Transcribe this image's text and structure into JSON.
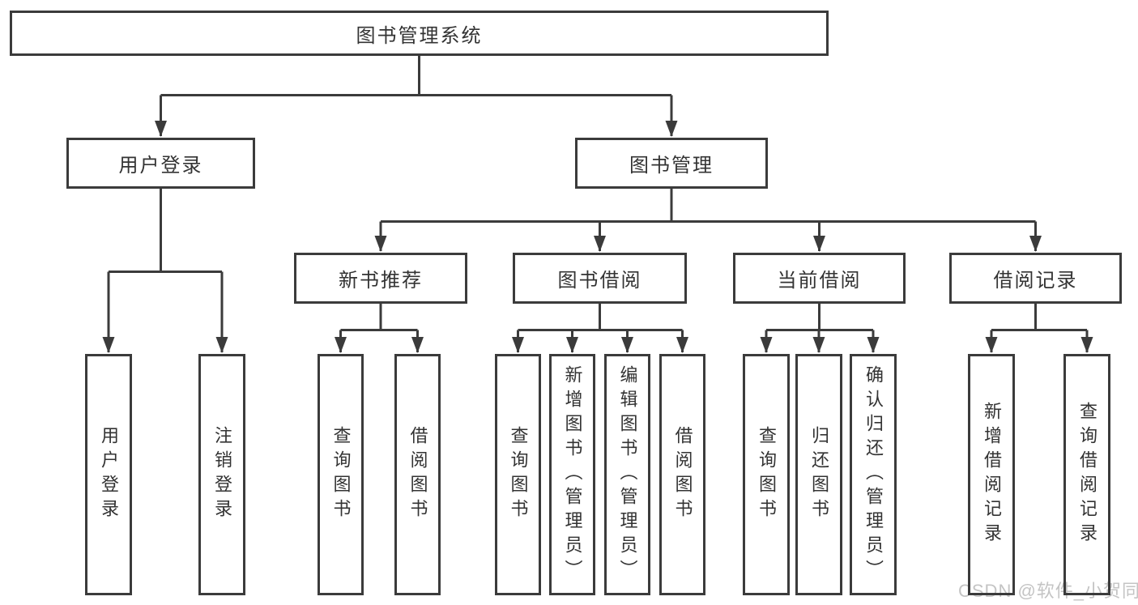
{
  "tree": {
    "label": "图书管理系统",
    "children": [
      {
        "label": "用户登录",
        "children": [
          {
            "label": "用户登录"
          },
          {
            "label": "注销登录"
          }
        ]
      },
      {
        "label": "图书管理",
        "children": [
          {
            "label": "新书推荐",
            "children": [
              {
                "label": "查询图书"
              },
              {
                "label": "借阅图书"
              }
            ]
          },
          {
            "label": "图书借阅",
            "children": [
              {
                "label": "查询图书"
              },
              {
                "label": "新增图书（管理员）"
              },
              {
                "label": "编辑图书（管理员）"
              },
              {
                "label": "借阅图书"
              }
            ]
          },
          {
            "label": "当前借阅",
            "children": [
              {
                "label": "查询图书"
              },
              {
                "label": "归还图书"
              },
              {
                "label": "确认归还（管理员）"
              }
            ]
          },
          {
            "label": "借阅记录",
            "children": [
              {
                "label": "新增借阅记录"
              },
              {
                "label": "查询借阅记录"
              }
            ]
          }
        ]
      }
    ]
  },
  "watermark": {
    "text": "CSDN @软件_小贺同学"
  },
  "colors": {
    "line": "#3b3b3b",
    "boxtext": "#333333",
    "watermark": "#c4c4c4",
    "bg": "#ffffff"
  }
}
